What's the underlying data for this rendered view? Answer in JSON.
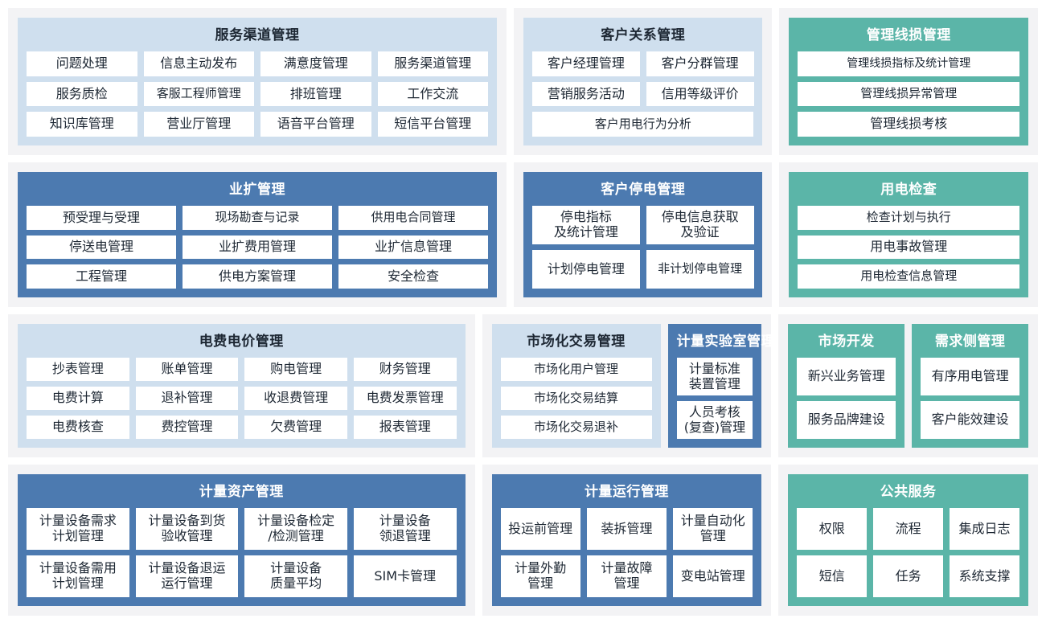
{
  "colors": {
    "light_blue_panel": "#cfdfee",
    "blue_panel": "#4c7ab0",
    "teal_panel": "#5bb5a8",
    "frame_gray": "#f3f3f5",
    "cell_white": "#ffffff",
    "dark_text": "#1d2733",
    "light_text": "#ffffff"
  },
  "rows": [
    {
      "frames": [
        {
          "panels": [
            {
              "title": "服务渠道管理",
              "style": "lightblue",
              "grid": [
                [
                  "问题处理",
                  "信息主动发布",
                  "满意度管理",
                  "服务渠道管理"
                ],
                [
                  "服务质检",
                  "客服工程师管理",
                  "排班管理",
                  "工作交流"
                ],
                [
                  "知识库管理",
                  "营业厅管理",
                  "语音平台管理",
                  "短信平台管理"
                ]
              ]
            }
          ]
        },
        {
          "panels": [
            {
              "title": "客户关系管理",
              "style": "lightblue",
              "grid": [
                [
                  "客户经理管理",
                  "客户分群管理"
                ],
                [
                  "营销服务活动",
                  "信用等级评价"
                ],
                [
                  "客户用电行为分析"
                ]
              ]
            }
          ]
        },
        {
          "panels": [
            {
              "title": "管理线损管理",
              "style": "teal",
              "grid": [
                [
                  "管理线损指标及统计管理"
                ],
                [
                  "管理线损异常管理"
                ],
                [
                  "管理线损考核"
                ]
              ]
            }
          ]
        }
      ]
    },
    {
      "frames": [
        {
          "panels": [
            {
              "title": "业扩管理",
              "style": "blue",
              "grid": [
                [
                  "预受理与受理",
                  "现场勘查与记录",
                  "供用电合同管理"
                ],
                [
                  "停送电管理",
                  "业扩费用管理",
                  "业扩信息管理"
                ],
                [
                  "工程管理",
                  "供电方案管理",
                  "安全检查"
                ]
              ]
            }
          ]
        },
        {
          "panels": [
            {
              "title": "客户停电管理",
              "style": "blue",
              "grid": [
                [
                  "停电指标\n及统计管理",
                  "停电信息获取\n及验证"
                ],
                [
                  "计划停电管理",
                  "非计划停电管理"
                ]
              ]
            }
          ]
        },
        {
          "panels": [
            {
              "title": "用电检查",
              "style": "teal",
              "grid": [
                [
                  "检查计划与执行"
                ],
                [
                  "用电事故管理"
                ],
                [
                  "用电检查信息管理"
                ]
              ]
            }
          ]
        }
      ]
    },
    {
      "frames": [
        {
          "panels": [
            {
              "title": "电费电价管理",
              "style": "lightblue",
              "grid": [
                [
                  "抄表管理",
                  "账单管理",
                  "购电管理",
                  "财务管理"
                ],
                [
                  "电费计算",
                  "退补管理",
                  "收退费管理",
                  "电费发票管理"
                ],
                [
                  "电费核查",
                  "费控管理",
                  "欠费管理",
                  "报表管理"
                ]
              ]
            }
          ]
        },
        {
          "panels": [
            {
              "title": "市场化交易管理",
              "style": "lightblue",
              "grid": [
                [
                  "市场化用户管理"
                ],
                [
                  "市场化交易结算"
                ],
                [
                  "市场化交易退补"
                ]
              ]
            },
            {
              "title": "计量实验室管理",
              "style": "blue",
              "grid": [
                [
                  "计量标准\n装置管理"
                ],
                [
                  "人员考核\n(复查)管理"
                ]
              ]
            }
          ]
        },
        {
          "panels": [
            {
              "title": "市场开发",
              "style": "teal",
              "grid": [
                [
                  "新兴业务管理"
                ],
                [
                  "服务品牌建设"
                ]
              ]
            },
            {
              "title": "需求侧管理",
              "style": "teal",
              "grid": [
                [
                  "有序用电管理"
                ],
                [
                  "客户能效建设"
                ]
              ]
            }
          ]
        }
      ]
    },
    {
      "frames": [
        {
          "panels": [
            {
              "title": "计量资产管理",
              "style": "blue",
              "grid": [
                [
                  "计量设备需求\n计划管理",
                  "计量设备到货\n验收管理",
                  "计量设备检定\n/检测管理",
                  "计量设备\n领退管理"
                ],
                [
                  "计量设备需用\n计划管理",
                  "计量设备退运\n运行管理",
                  "计量设备\n质量平均",
                  "SIM卡管理"
                ]
              ]
            }
          ]
        },
        {
          "panels": [
            {
              "title": "计量运行管理",
              "style": "blue",
              "grid": [
                [
                  "投运前管理",
                  "装拆管理",
                  "计量自动化\n管理"
                ],
                [
                  "计量外勤\n管理",
                  "计量故障\n管理",
                  "变电站管理"
                ]
              ]
            }
          ]
        },
        {
          "panels": [
            {
              "title": "公共服务",
              "style": "teal",
              "grid": [
                [
                  "权限",
                  "流程",
                  "集成日志"
                ],
                [
                  "短信",
                  "任务",
                  "系统支撑"
                ]
              ]
            }
          ]
        }
      ]
    }
  ]
}
